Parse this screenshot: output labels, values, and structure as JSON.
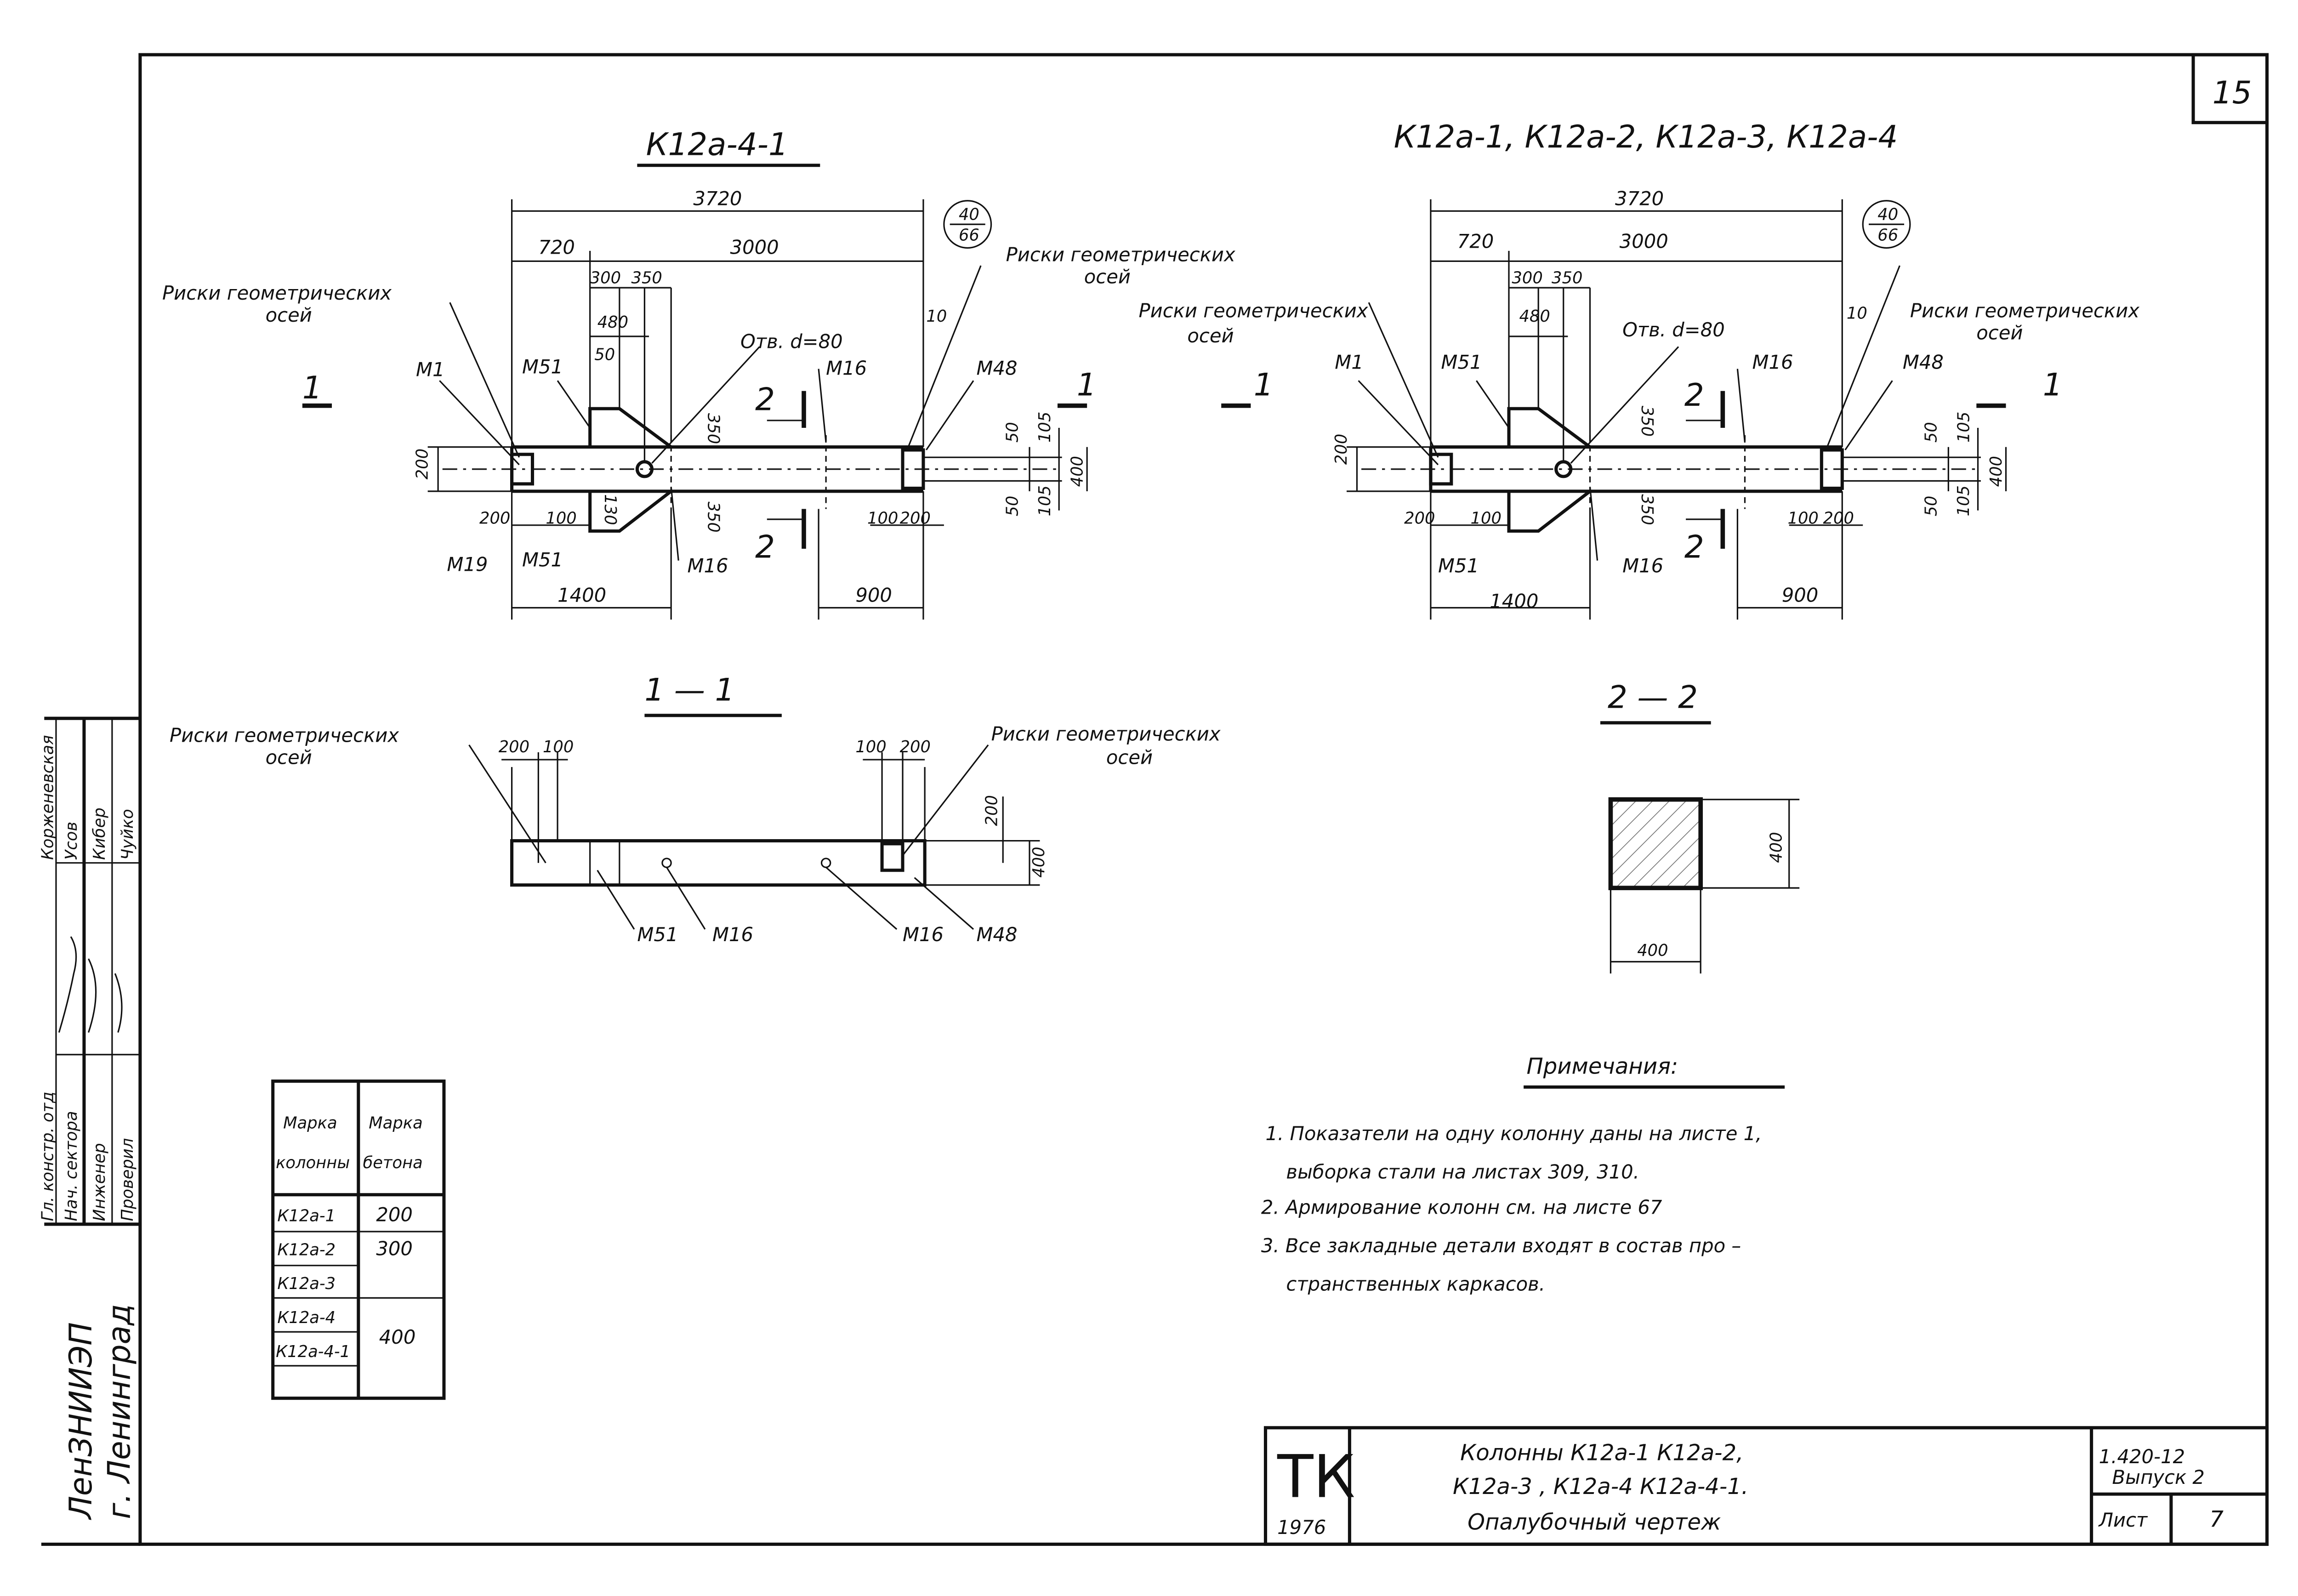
{
  "sheet_number": "15",
  "left_plan": {
    "title": "К12а-4-1",
    "dims": [
      "3720",
      "720",
      "3000",
      "300",
      "350",
      "480",
      "50",
      "10",
      "200",
      "200",
      "100",
      "130",
      "350",
      "350",
      "50",
      "105",
      "50",
      "105",
      "400",
      "100",
      "200",
      "1400",
      "900"
    ],
    "callout_top": "40",
    "callout_bottom": "66",
    "axis_marks_left": "Риски геометрических",
    "axis_marks_left_2": "осей",
    "axis_marks_right": "Риски геометрических",
    "axis_marks_right_2": "осей",
    "hole": "Отв. d=80",
    "parts": [
      "М1",
      "М51",
      "М16",
      "М48",
      "М19",
      "М51",
      "М16"
    ],
    "section_marks": [
      "1",
      "1",
      "2",
      "2"
    ]
  },
  "right_plan": {
    "title": "К12а-1, К12а-2, К12а-3, К12а-4",
    "dims": [
      "3720",
      "720",
      "3000",
      "300",
      "350",
      "480",
      "10",
      "200",
      "200",
      "100",
      "350",
      "350",
      "50",
      "105",
      "50",
      "105",
      "400",
      "100",
      "200",
      "1400",
      "900"
    ],
    "callout_top": "40",
    "callout_bottom": "66",
    "axis_marks_left": "Риски геометрических",
    "axis_marks_left_2": "осей",
    "axis_marks_right": "Риски геометрических",
    "axis_marks_right_2": "осей",
    "hole": "Отв. d=80",
    "parts": [
      "М1",
      "М51",
      "М16",
      "М48",
      "М51",
      "М16"
    ],
    "section_marks": [
      "1",
      "1",
      "2",
      "2"
    ]
  },
  "section_1_1": {
    "title": "1 — 1",
    "axis_marks_left": "Риски геометрических",
    "axis_marks_left_2": "осей",
    "axis_marks_right": "Риски геометрических",
    "axis_marks_right_2": "осей",
    "dims": [
      "200",
      "100",
      "100",
      "200",
      "200",
      "400"
    ],
    "parts": [
      "М51",
      "М16",
      "М16",
      "М48"
    ]
  },
  "section_2_2": {
    "title": "2 — 2",
    "dims": [
      "400",
      "400"
    ]
  },
  "notes": {
    "title": "Примечания:",
    "lines": [
      "1. Показатели на одну колонну даны на листе 1,",
      "выборка стали на листах 309, 310.",
      "2. Армирование колонн см. на листе 67",
      "3. Все закладные детали входят в состав про –",
      "странственных каркасов."
    ]
  },
  "table": {
    "headers": [
      [
        "Марка",
        "колонны"
      ],
      [
        "Марка",
        "бетона"
      ]
    ],
    "columns": [
      "К12а-1",
      "К12а-2",
      "К12а-3",
      "К12а-4",
      "К12а-4-1"
    ],
    "concrete": [
      "200",
      "300",
      "400"
    ]
  },
  "stamp": {
    "roles": [
      "Гл. констр. отд",
      "Нач. сектора",
      "Инженер",
      "Проверил"
    ],
    "names": [
      "Корженевская",
      "Усов",
      "Кибер",
      "Чуйко"
    ],
    "logo": "ЛенЗНИИЭП",
    "city": "г. Ленинград"
  },
  "title_block": {
    "code": "ТК",
    "year": "1976",
    "title_lines": [
      "Колонны К12а-1    К12а-2,",
      "К12а-3 , К12а-4    К12а-4-1.",
      "Опалубочный чертеж"
    ],
    "series": "1.420-12",
    "issue": "Выпуск 2",
    "sheet_label": "Лист",
    "sheet": "7"
  }
}
